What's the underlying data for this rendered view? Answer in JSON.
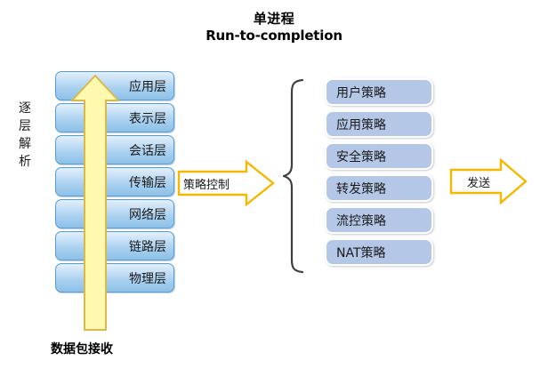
{
  "title": {
    "line_cn": "单进程",
    "line_en": "Run-to-completion"
  },
  "osi_stack": {
    "name": "protocol-layer-stack",
    "layers": [
      {
        "label": "应用层"
      },
      {
        "label": "表示层"
      },
      {
        "label": "会话层"
      },
      {
        "label": "传输层"
      },
      {
        "label": "网络层"
      },
      {
        "label": "链路层"
      },
      {
        "label": "物理层"
      }
    ]
  },
  "up_arrow": {
    "label_chars": [
      "逐",
      "层",
      "解",
      "析"
    ],
    "label_full": "逐层解析",
    "fill_color": "#fff9b0",
    "border_color": "#d9b94c"
  },
  "packet_receive_label": "数据包接收",
  "policy_arrow": {
    "label": "策略控制",
    "fill_color": "#ffffff",
    "border_color": "#f5b700"
  },
  "brace": {
    "name": "curly-brace",
    "color": "#404040"
  },
  "policy_stack": {
    "name": "policy-list",
    "fill_color": "#b5c7e7",
    "items": [
      {
        "label": "用户策略"
      },
      {
        "label": "应用策略"
      },
      {
        "label": "安全策略"
      },
      {
        "label": "转发策略"
      },
      {
        "label": "流控策略"
      },
      {
        "label": "NAT策略"
      }
    ]
  },
  "send_arrow": {
    "label": "发送",
    "fill_color": "#ffffff",
    "border_color": "#f5b700"
  }
}
